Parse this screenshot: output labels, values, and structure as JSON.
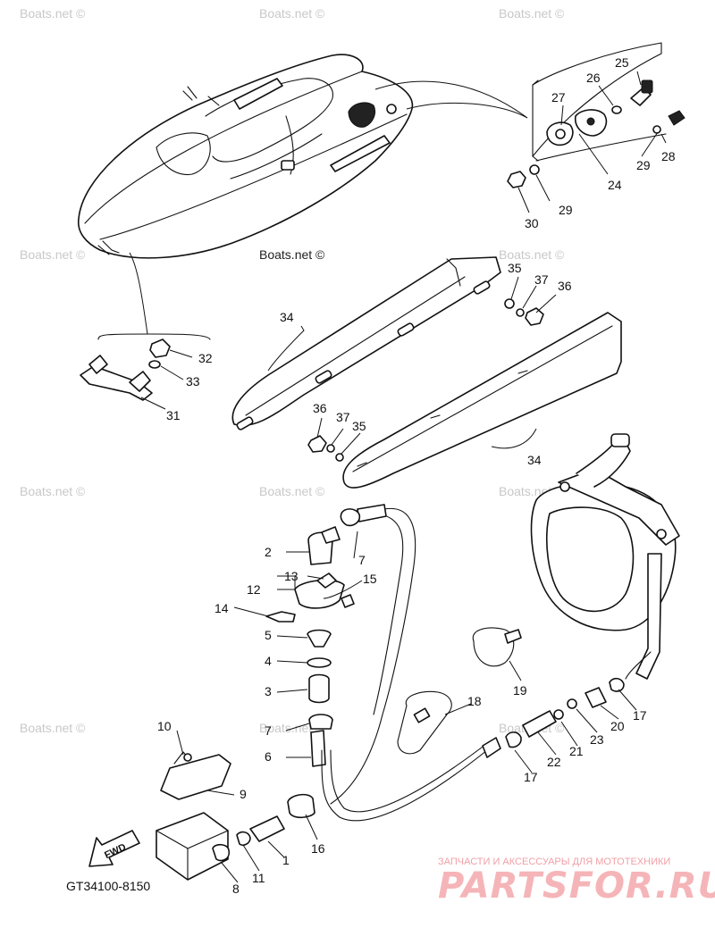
{
  "diagram_code": "GT34100-8150",
  "fwd_label": "FWD",
  "watermarks": {
    "faint": "Boats.net ©",
    "main": "Boats.net ©"
  },
  "branding": {
    "tagline": "ЗАПЧАСТИ И АКСЕССУАРЫ ДЛЯ МОТОТЕХНИКИ",
    "name": "PARTSFOR.RU",
    "color": "#f5b5b8"
  },
  "callouts": {
    "c1": "1",
    "c2": "2",
    "c3": "3",
    "c4": "4",
    "c5": "5",
    "c6": "6",
    "c7a": "7",
    "c7b": "7",
    "c8": "8",
    "c9": "9",
    "c10": "10",
    "c11": "11",
    "c12": "12",
    "c13": "13",
    "c14": "14",
    "c15": "15",
    "c16": "16",
    "c17a": "17",
    "c17b": "17",
    "c18": "18",
    "c19": "19",
    "c20": "20",
    "c21": "21",
    "c22": "22",
    "c23": "23",
    "c24": "24",
    "c25": "25",
    "c26": "26",
    "c27": "27",
    "c28": "28",
    "c29a": "29",
    "c29b": "29",
    "c30": "30",
    "c31": "31",
    "c32": "32",
    "c33": "33",
    "c34a": "34",
    "c34b": "34",
    "c35a": "35",
    "c35b": "35",
    "c36a": "36",
    "c36b": "36",
    "c37a": "37",
    "c37b": "37"
  }
}
